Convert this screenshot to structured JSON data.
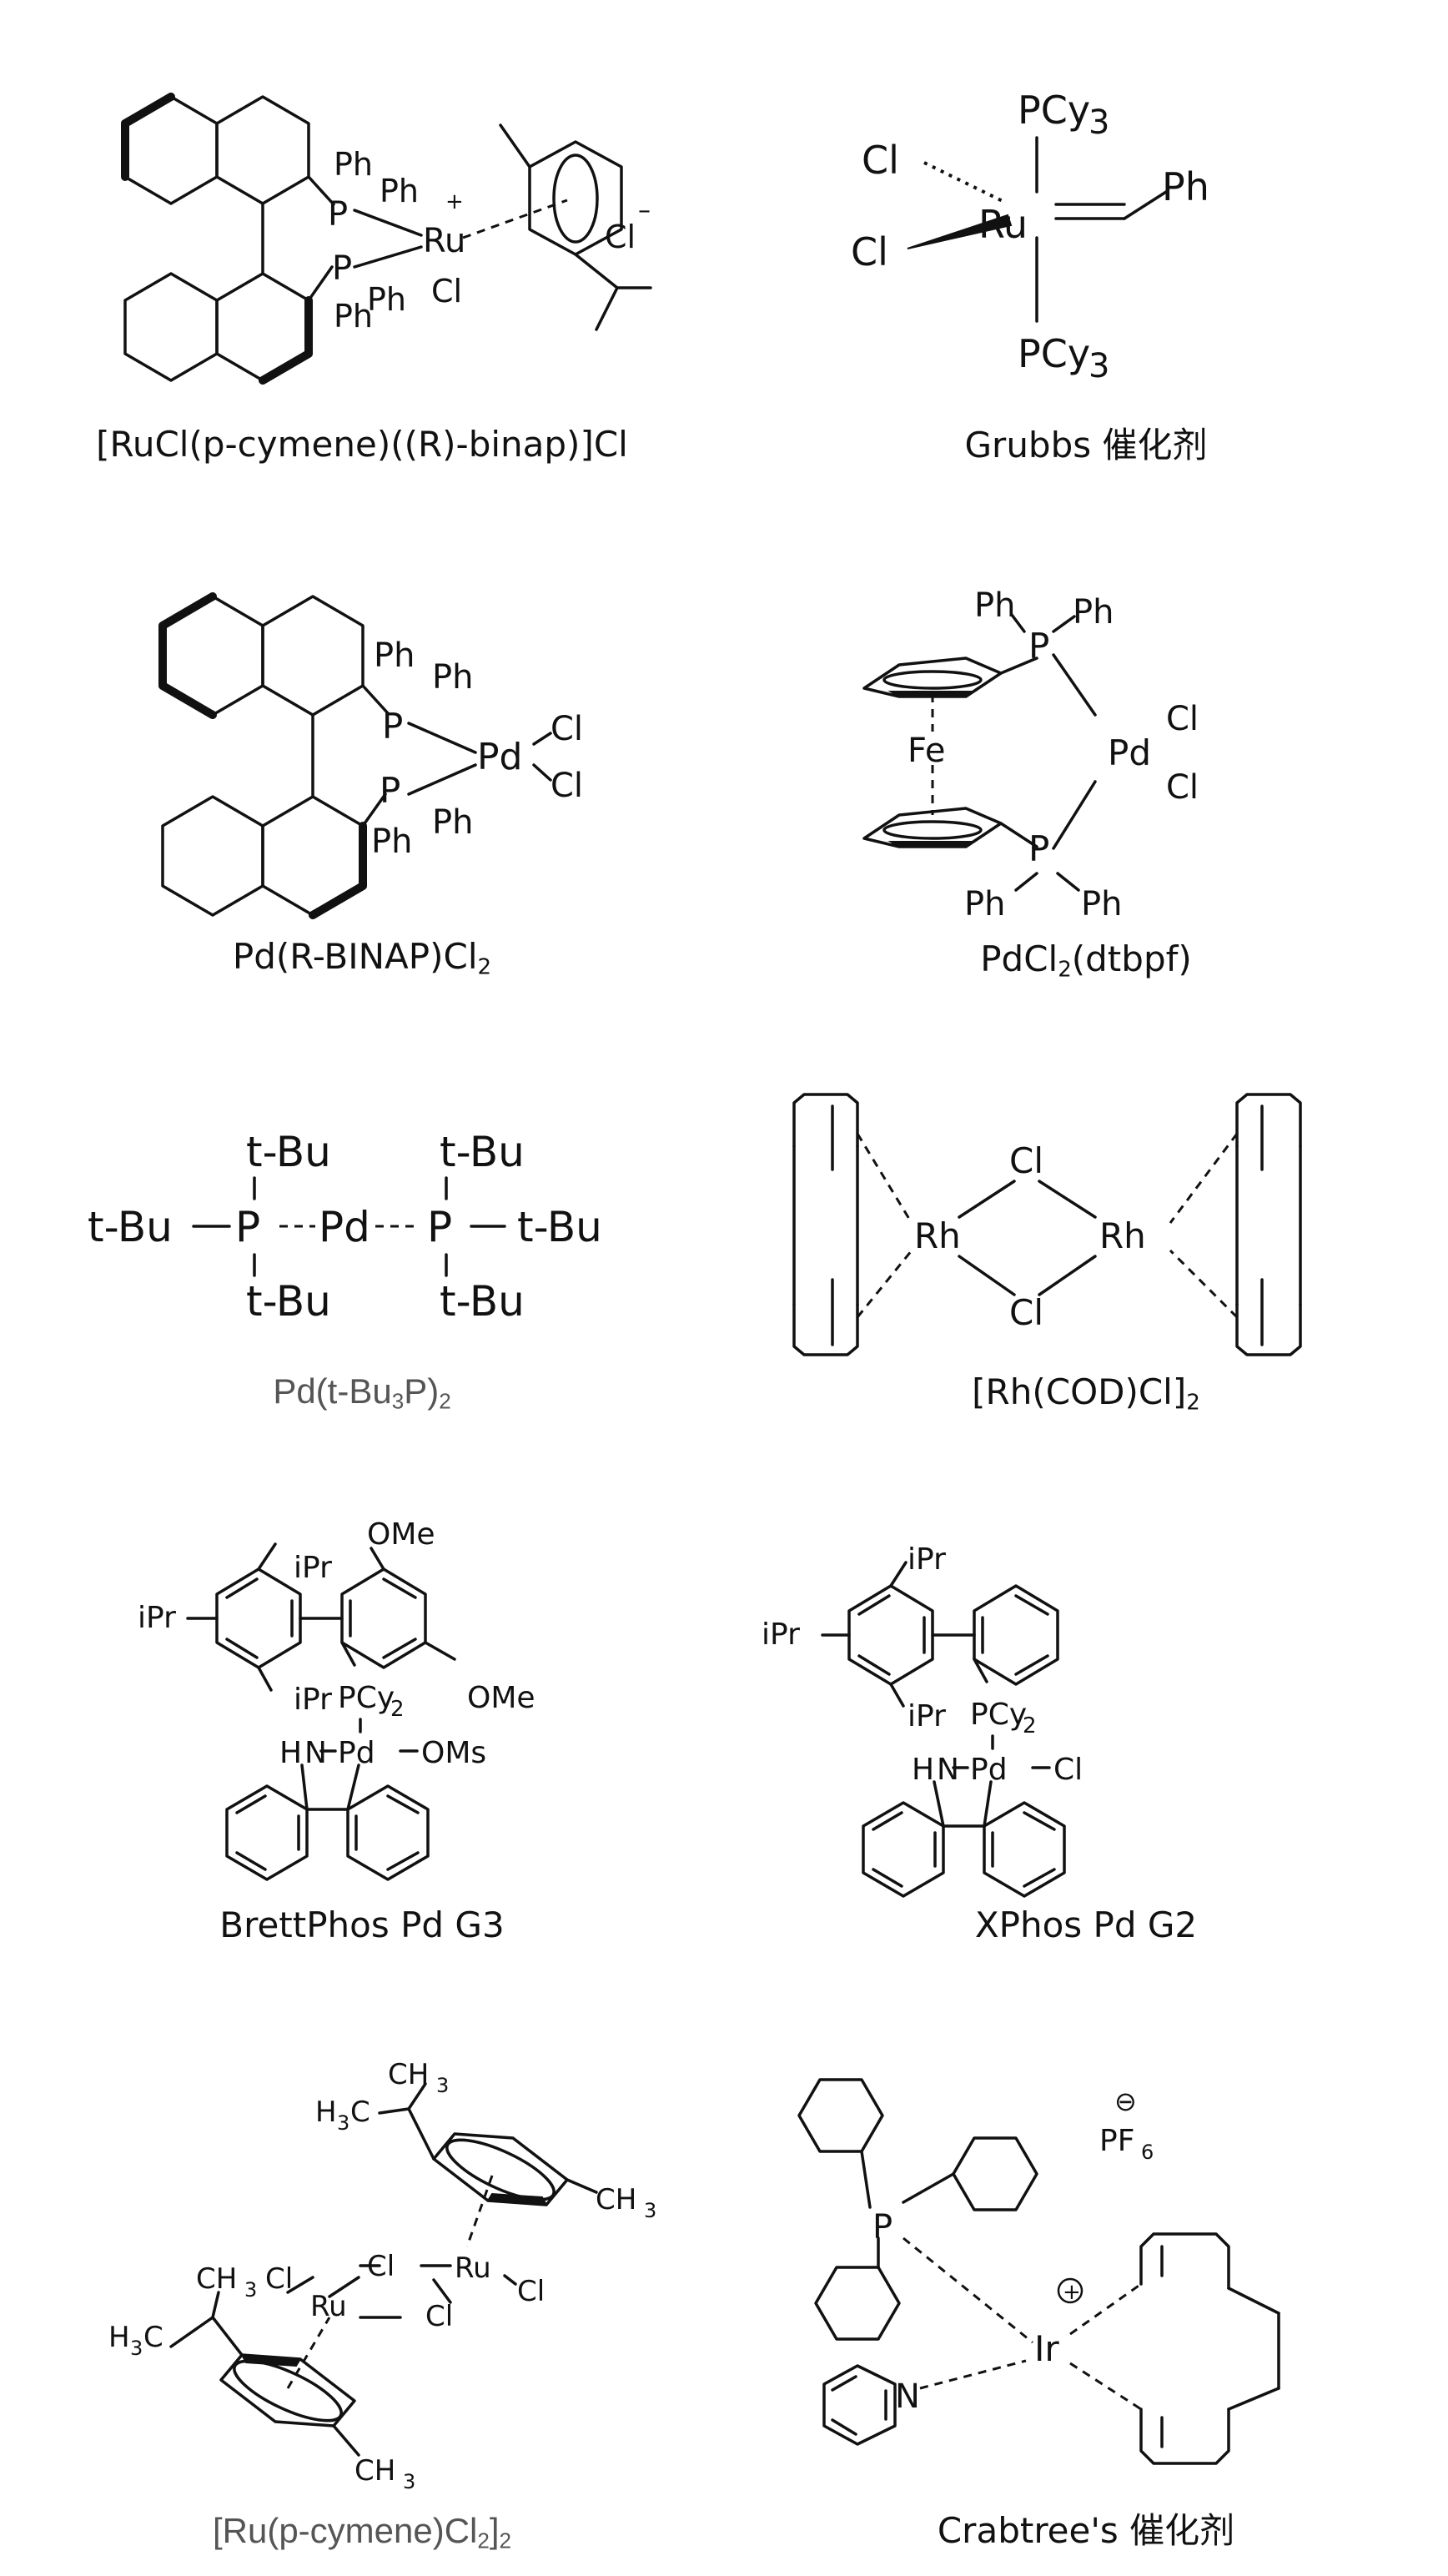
{
  "catalysts": [
    {
      "caption_html": "[RuCl(p-cymene)((R)-binap)]Cl",
      "labels": {
        "ph1": "Ph",
        "ph2": "Ph",
        "p1": "P",
        "plus": "+",
        "ru": "Ru",
        "p2": "P",
        "ph3": "Ph",
        "ph4": "Ph",
        "cl": "Cl",
        "clminus": "Cl",
        "minus": "–"
      }
    },
    {
      "caption_html": "Grubbs 催化剂",
      "labels": {
        "pcy_top": "PCy",
        "three_top": "3",
        "cl1": "Cl",
        "ru": "Ru",
        "ph": "Ph",
        "cl2": "Cl",
        "pcy_bot": "PCy",
        "three_bot": "3"
      }
    },
    {
      "caption_html": "Pd(R-BINAP)Cl<sub>2</sub>",
      "labels": {
        "ph1": "Ph",
        "ph2": "Ph",
        "p1": "P",
        "pd": "Pd",
        "cl1": "Cl",
        "cl2": "Cl",
        "p2": "P",
        "ph3": "Ph",
        "ph4": "Ph"
      }
    },
    {
      "caption_html": "PdCl<sub>2</sub>(dtbpf)",
      "labels": {
        "ph1": "Ph",
        "ph2": "Ph",
        "p1": "P",
        "fe": "Fe",
        "pd": "Pd",
        "cl1": "Cl",
        "cl2": "Cl",
        "p2": "P",
        "ph3": "Ph",
        "ph4": "Ph"
      }
    },
    {
      "caption_html": "Pd(t-Bu<sub>3</sub>P)<sub>2</sub>",
      "labels": {
        "tbu": "t-Bu",
        "p": "P",
        "pd": "Pd"
      }
    },
    {
      "caption_html": "[Rh(COD)Cl]<sub>2</sub>",
      "labels": {
        "cl_top": "Cl",
        "rh1": "Rh",
        "rh2": "Rh",
        "cl_bot": "Cl"
      }
    },
    {
      "caption_html": "BrettPhos Pd G3",
      "labels": {
        "ipr1": "iPr",
        "ome1": "OMe",
        "ipr2": "iPr",
        "ipr3": "iPr",
        "pcy": "PCy",
        "two": "2",
        "ome2": "OMe",
        "h2n": "H",
        "n": "N",
        "pd": "Pd",
        "oms": "OMs"
      }
    },
    {
      "caption_html": "XPhos Pd G2",
      "labels": {
        "ipr1": "iPr",
        "ipr2": "iPr",
        "ipr3": "iPr",
        "pcy": "PCy",
        "two": "2",
        "h2n": "H",
        "n": "N",
        "pd": "Pd",
        "cl": "Cl"
      }
    },
    {
      "caption_html": "[Ru(p-cymene)Cl<sub>2</sub>]<sub>2</sub>",
      "labels": {
        "ch3a": "CH",
        "three": "3",
        "h3c": "H",
        "c": "C",
        "ru": "Ru",
        "cl": "Cl",
        "ch3b": "CH"
      }
    },
    {
      "caption_html": "Crabtree's 催化剂",
      "labels": {
        "p": "P",
        "ominus": "⊖",
        "pf": "PF",
        "six": "6",
        "oplus": "+",
        "ir": "Ir",
        "n": "N"
      }
    }
  ]
}
